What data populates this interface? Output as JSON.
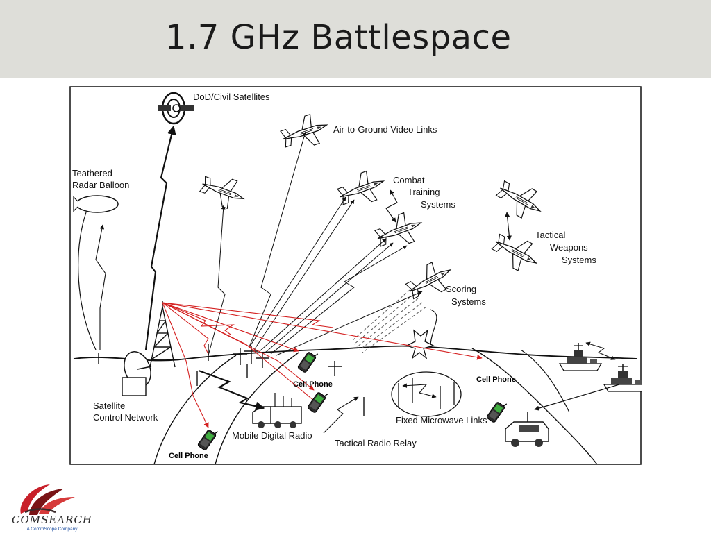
{
  "slide": {
    "title": "1.7 GHz Battlespace"
  },
  "labels": {
    "satellites": "DoD/Civil Satellites",
    "air_to_ground": "Air-to-Ground Video Links",
    "balloon_1": "Teathered",
    "balloon_2": "Radar Balloon",
    "combat_1": "Combat",
    "combat_2": "Training",
    "combat_3": "Systems",
    "tactical_1": "Tactical",
    "tactical_2": "Weapons",
    "tactical_3": "Systems",
    "scoring_1": "Scoring",
    "scoring_2": "Systems",
    "satellite_ctrl_1": "Satellite",
    "satellite_ctrl_2": "Control Network",
    "mobile_radio": "Mobile Digital Radio",
    "tactical_relay": "Tactical Radio Relay",
    "fixed_microwave": "Fixed Microwave Links",
    "cell_phone_1": "Cell Phone",
    "cell_phone_2": "Cell Phone",
    "cell_phone_3": "Cell Phone"
  },
  "logo": {
    "name": "COMSEARCH",
    "tagline": "A CommScope Company"
  },
  "colors": {
    "title_band": "#deded9",
    "signal_red": "#d42020",
    "line": "#111111",
    "phone_screen": "#3fae3f"
  }
}
